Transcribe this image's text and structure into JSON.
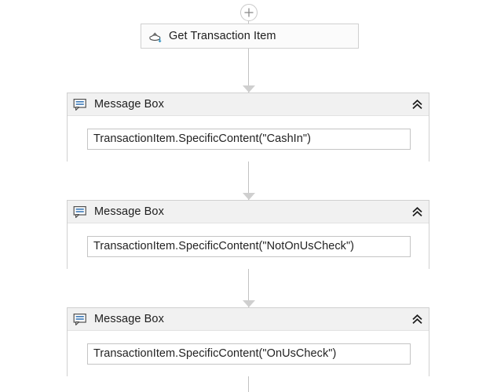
{
  "canvas": {
    "background": "#ffffff",
    "accent_color": "#3a77b5",
    "border_color": "#d0d0d0",
    "header_background": "#f1f1f1",
    "connector_color": "#c2c2c2"
  },
  "add_button": {
    "name": "add-activity-button",
    "icon": "plus-circle-icon"
  },
  "activities": [
    {
      "type": "simple",
      "icon": "get-transaction-item-icon",
      "title": "Get Transaction Item"
    },
    {
      "type": "message-box",
      "icon": "message-box-icon",
      "title": "Message Box",
      "collapse_icon": "chevron-double-up-icon",
      "expression": "TransactionItem.SpecificContent(\"CashIn\")"
    },
    {
      "type": "message-box",
      "icon": "message-box-icon",
      "title": "Message Box",
      "collapse_icon": "chevron-double-up-icon",
      "expression": "TransactionItem.SpecificContent(\"NotOnUsCheck\")"
    },
    {
      "type": "message-box",
      "icon": "message-box-icon",
      "title": "Message Box",
      "collapse_icon": "chevron-double-up-icon",
      "expression": "TransactionItem.SpecificContent(\"OnUsCheck\")"
    }
  ]
}
